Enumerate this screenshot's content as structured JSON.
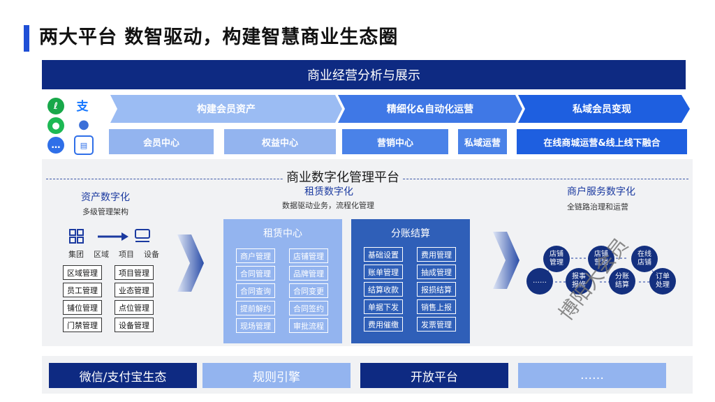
{
  "title": "两大平台 数智驱动，构建智慧商业生态圈",
  "top_band": "商业经营分析与展示",
  "chevrons": [
    "构建会员资产",
    "精细化&自动化运营",
    "私域会员变现"
  ],
  "sub_boxes": [
    "会员中心",
    "权益中心",
    "营销中心",
    "私域运营",
    "在线商城运营&线上线下融合"
  ],
  "platform_title": "商业数字化管理平台",
  "asset": {
    "title": "资产数字化",
    "subtitle": "多级管理架构",
    "icon_labels": [
      "集团",
      "区域",
      "项目",
      "设备"
    ],
    "tags": [
      "区域管理",
      "项目管理",
      "员工管理",
      "业态管理",
      "铺位管理",
      "点位管理",
      "门禁管理",
      "设备管理"
    ]
  },
  "rental": {
    "title": "租赁数字化",
    "subtitle": "数据驱动业务，流程化管理",
    "center_title": "租赁中心",
    "center_tags": [
      "商户管理",
      "店铺管理",
      "合同管理",
      "品牌管理",
      "合同查询",
      "合同变更",
      "提前解约",
      "合同签约",
      "现场管理",
      "审批流程"
    ],
    "settle_title": "分账结算",
    "settle_tags": [
      "基础设置",
      "费用管理",
      "账单管理",
      "抽成管理",
      "结算收款",
      "报损结算",
      "单据下发",
      "销售上报",
      "费用催缴",
      "发票管理"
    ]
  },
  "merchant": {
    "title": "商户服务数字化",
    "subtitle": "全链路治理和运营",
    "circles": [
      "店铺\n管理",
      "店铺\n营销",
      "在线\n店铺",
      "报事\n报修",
      "分账\n结算",
      "订单\n处理",
      "……"
    ]
  },
  "bottom": [
    "微信/支付宝生态",
    "规则引擎",
    "开放平台",
    "……"
  ],
  "watermark": "博阳大会员",
  "colors": {
    "dark_blue": "#0e2a82",
    "mid_blue": "#1e5fe0",
    "light_blue": "#8fb1f4",
    "panel_light": "#93b4ef",
    "panel_dark": "#2f5fb8",
    "accent": "#1f4fd6"
  }
}
